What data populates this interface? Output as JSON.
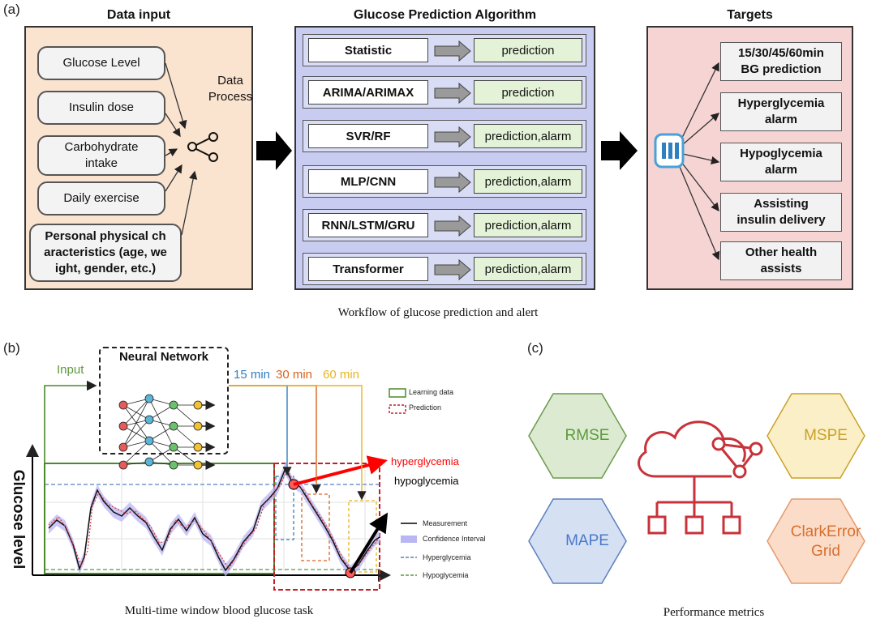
{
  "panel_a": {
    "label": "(a)",
    "data_input": {
      "title": "Data input",
      "items": [
        "Glucose Level",
        "Insulin dose",
        "Carbohydrate intake",
        "Daily exercise",
        "Personal physical characteristics (age, weight, gender, etc.)"
      ],
      "items_display": [
        [
          "Glucose Level"
        ],
        [
          "Insulin dose"
        ],
        [
          "Carbohydrate",
          "intake"
        ],
        [
          "Daily exercise"
        ],
        [
          "Personal physical ch",
          "aracteristics (age, we",
          "ight, gender, etc.)"
        ]
      ],
      "process_label": "Data Process"
    },
    "algorithm": {
      "title": "Glucose Prediction Algorithm",
      "rows": [
        {
          "name": "Statistic",
          "output": "prediction"
        },
        {
          "name": "ARIMA/ARIMAX",
          "output": "prediction"
        },
        {
          "name": "SVR/RF",
          "output": "prediction,alarm"
        },
        {
          "name": "MLP/CNN",
          "output": "prediction,alarm"
        },
        {
          "name": "RNN/LSTM/GRU",
          "output": "prediction,alarm"
        },
        {
          "name": "Transformer",
          "output": "prediction,alarm"
        }
      ]
    },
    "targets": {
      "title": "Targets",
      "items": [
        [
          "15/30/45/60min",
          "BG prediction"
        ],
        [
          "Hyperglycemia",
          "alarm"
        ],
        [
          "Hypoglycemia",
          "alarm"
        ],
        [
          "Assisting",
          "insulin delivery"
        ],
        [
          "Other health",
          "assists"
        ]
      ]
    },
    "caption": "Workflow of glucose prediction and alert"
  },
  "panel_b": {
    "label": "(b)",
    "input_label": "Input",
    "nn_title": "Neural Network",
    "horizons": [
      {
        "label": "15 min",
        "color": "#2f7fc1"
      },
      {
        "label": "30 min",
        "color": "#d9641d"
      },
      {
        "label": "60 min",
        "color": "#e8b423"
      }
    ],
    "legend_top": [
      "Learning data",
      "Prediction"
    ],
    "hyper_label": "hyperglycemia",
    "hypo_label": "hypoglycemia",
    "legend_bottom": [
      "Measurement",
      "Confidence Interval",
      "Hyperglycemia",
      "Hypoglycemia"
    ],
    "ylabel": "Glucose level",
    "caption": "Multi-time window blood glucose task"
  },
  "panel_c": {
    "label": "(c)",
    "metrics": [
      {
        "name": "RMSE",
        "lines": [
          "RMSE"
        ],
        "fill": "#dbead1",
        "stroke": "#6a9a4a",
        "text": "#5b9a3b"
      },
      {
        "name": "MSPE",
        "lines": [
          "MSPE"
        ],
        "fill": "#fbefc8",
        "stroke": "#c9a227",
        "text": "#c9a227"
      },
      {
        "name": "MAPE",
        "lines": [
          "MAPE"
        ],
        "fill": "#d6e0f3",
        "stroke": "#5b7fbf",
        "text": "#4a78c9"
      },
      {
        "name": "ClarkError Grid",
        "lines": [
          "ClarkError",
          "Grid"
        ],
        "fill": "#fbdcc8",
        "stroke": "#e59a6b",
        "text": "#d7702f"
      }
    ],
    "caption": "Performance metrics"
  },
  "colors": {
    "arrow": "#111111",
    "hyper": "#ff0000",
    "learning": "#4a8a2a",
    "prediction": "#c0202a",
    "cloud": "#c8323a"
  }
}
